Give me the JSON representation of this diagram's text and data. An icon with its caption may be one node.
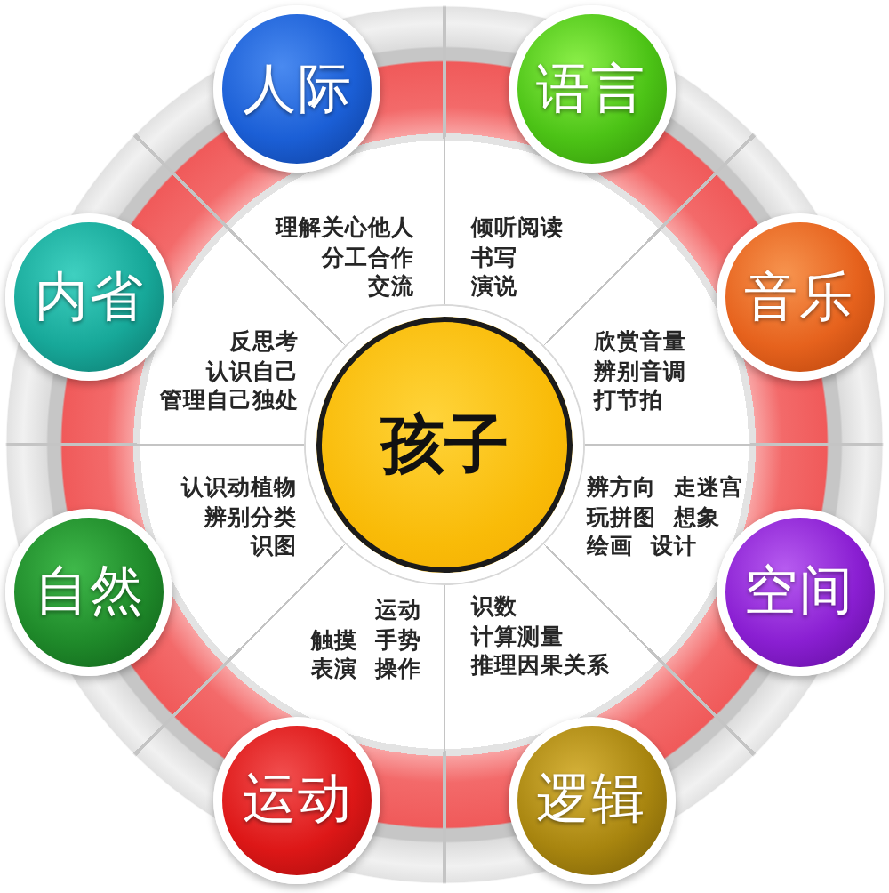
{
  "diagram": {
    "nodes": [
      {
        "text": [
          "孩子"
        ]
      },
      {
        "text": [
          "人际"
        ],
        "beside": [
          "理解关心他人",
          "分工合作",
          "交流"
        ]
      },
      {
        "text": [
          "语言"
        ],
        "beside": [
          "倾听阅读",
          "书写",
          "演说"
        ]
      },
      {
        "text": [
          "音乐"
        ],
        "beside": [
          "欣赏音量",
          "辨别音调",
          "打节拍"
        ]
      },
      {
        "text": [
          "空间"
        ],
        "beside": [
          "辨方向 走迷宫",
          "玩拼图 想象",
          "绘画 设计"
        ]
      },
      {
        "text": [
          "逻辑"
        ],
        "beside": [
          "识数",
          "计算测量",
          "推理因果关系"
        ]
      },
      {
        "text": [
          "运动"
        ],
        "beside": [
          "运动",
          "触摸 手势",
          "表演 操作"
        ]
      },
      {
        "text": [
          "自然"
        ],
        "beside": [
          "认识动植物",
          "辨别分类",
          "识图"
        ]
      },
      {
        "text": [
          "内省"
        ],
        "beside": [
          "反思考",
          "认识自己",
          "管理自己独处"
        ]
      }
    ]
  }
}
